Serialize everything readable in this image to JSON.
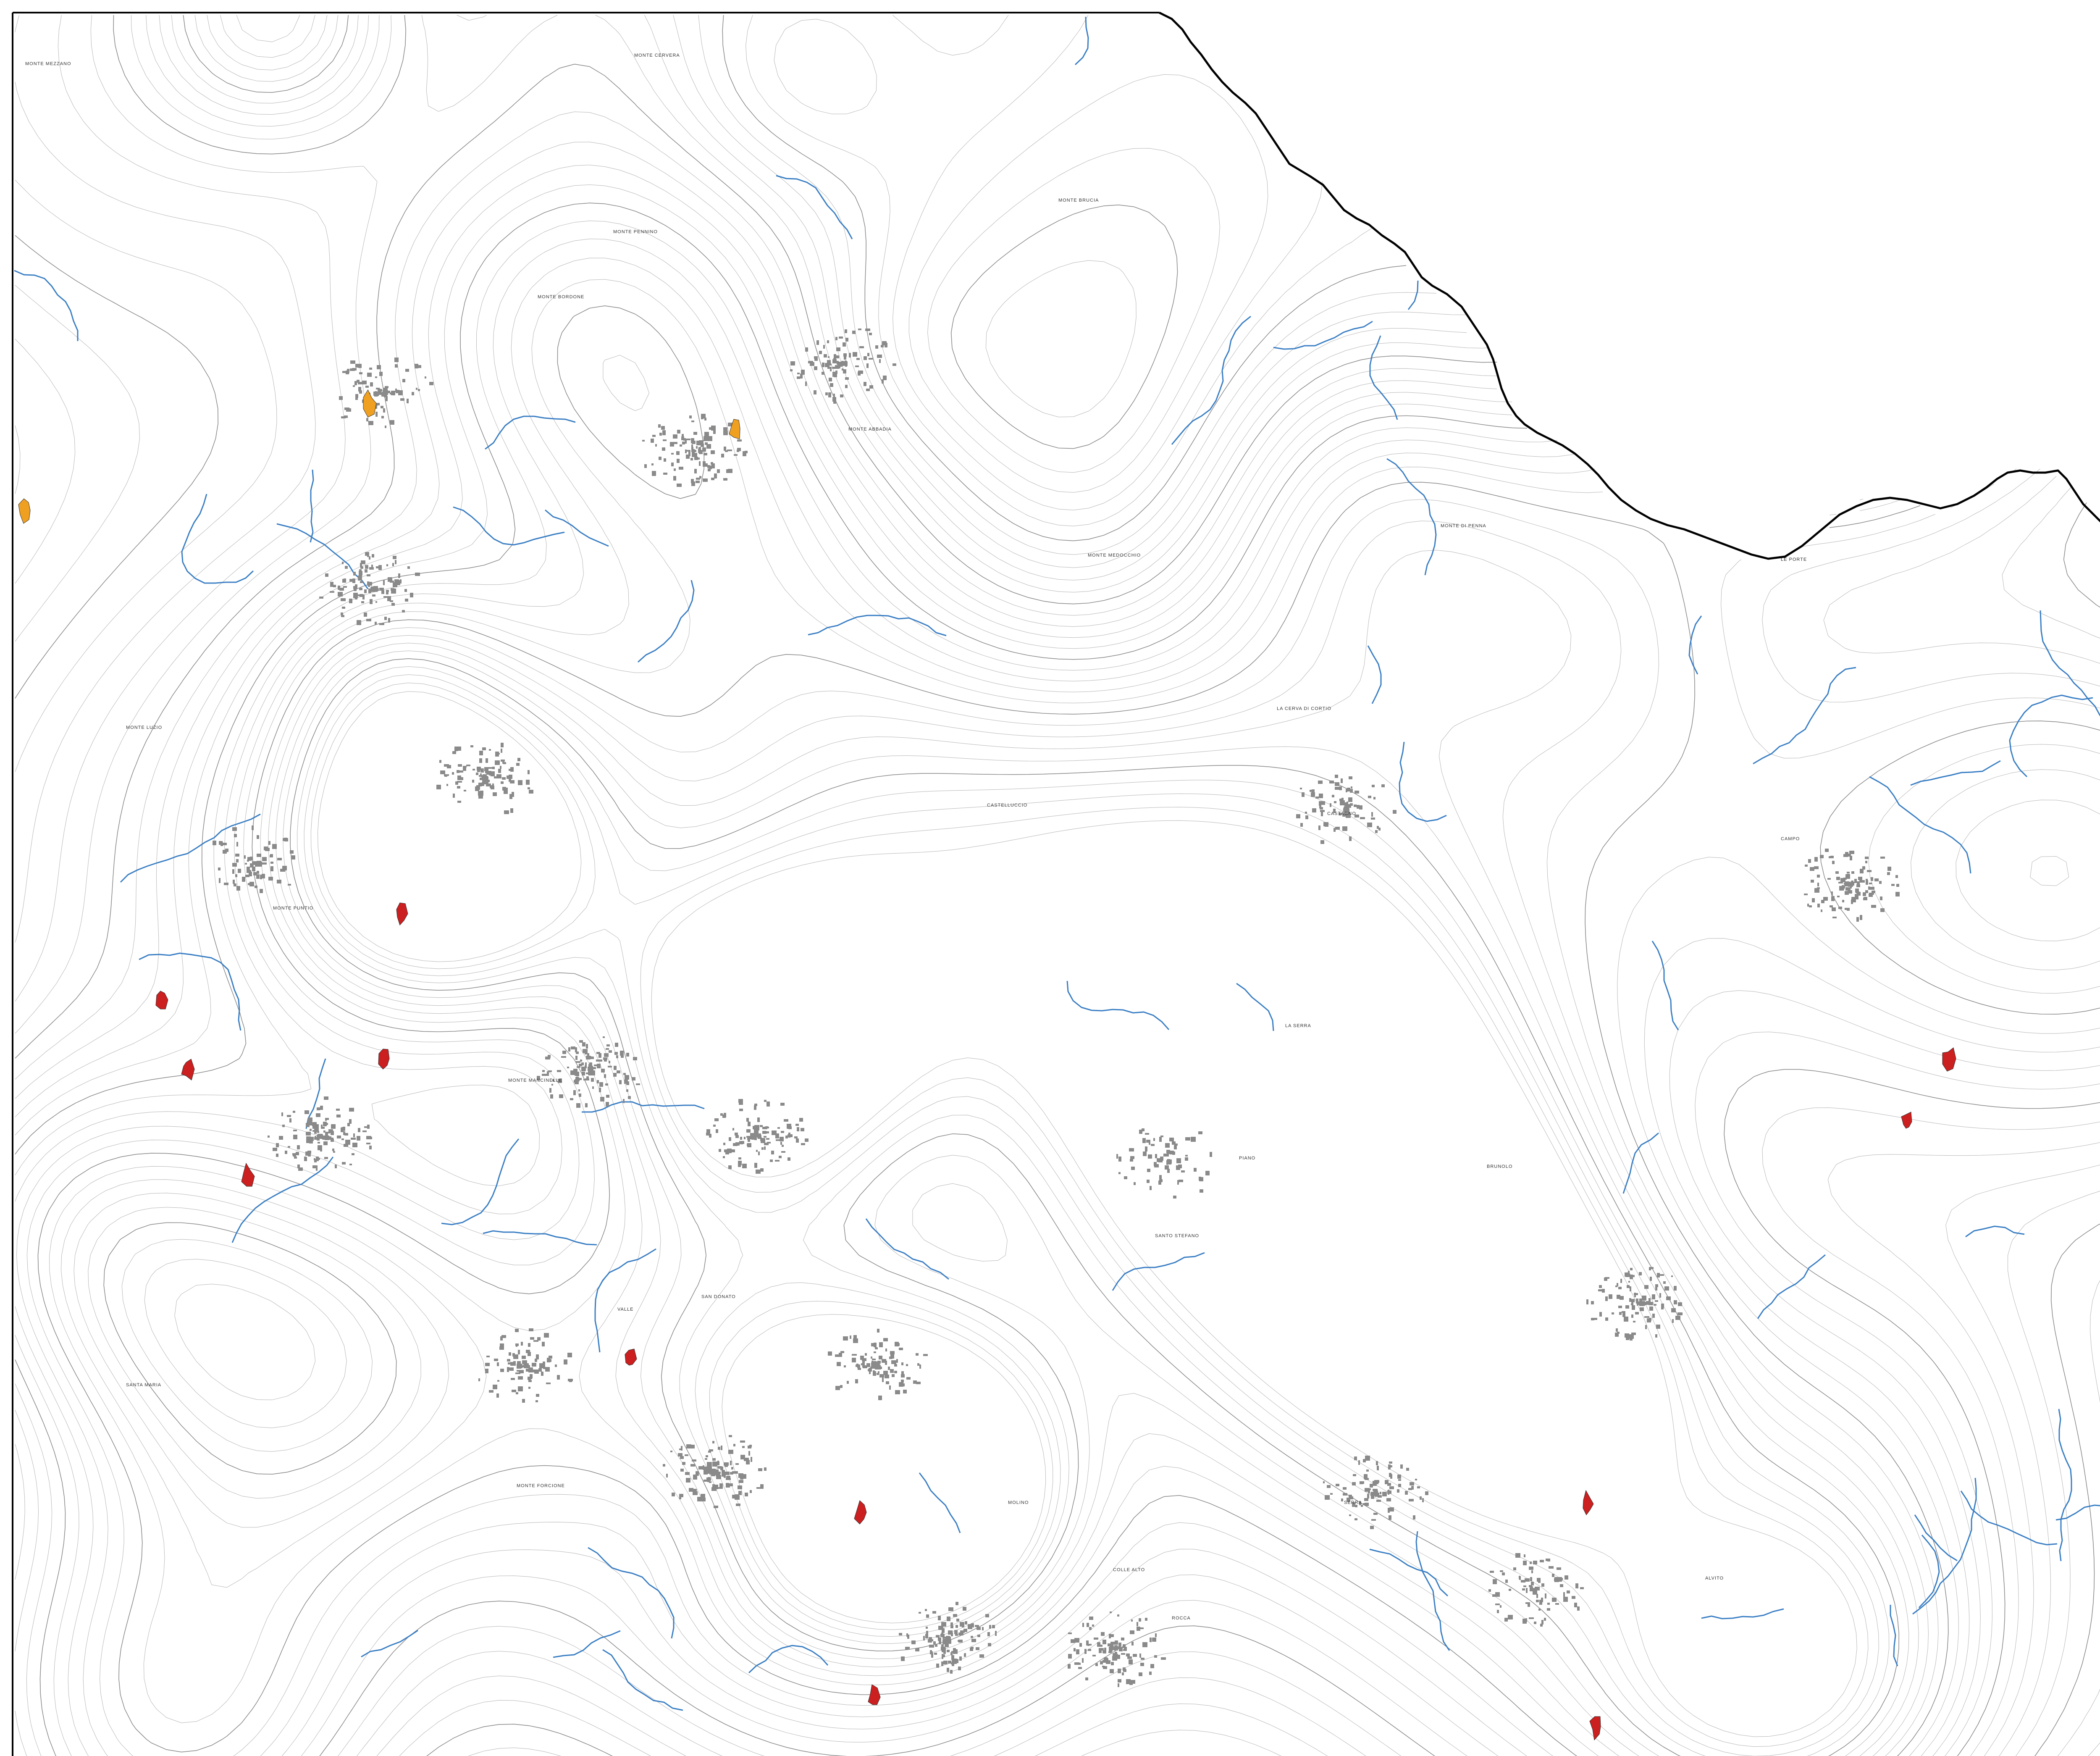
{
  "map": {
    "colors": {
      "background": "#ffffff",
      "contour": "#b5b5b5",
      "contour_index": "#8c8c8c",
      "boundary": "#000000",
      "river": "#3b7fc4",
      "settlement": "#8a8a8a",
      "zone_red": "#cc1f1f",
      "zone_orange": "#f0a020"
    },
    "place_labels": [
      "MONTE MEZZANO",
      "MONTE CERVERA",
      "MONTE BRUCIA",
      "MONTE PENNINO",
      "MONTE MEDOCCHIO",
      "MONTE ABBADIA",
      "MONTE LUZIO",
      "MONTE BORDONE",
      "MONTE DI PENNA",
      "LA CERVA DI CORTIO",
      "LE PORTE",
      "CASTELLUCCIO",
      "LA SERRA",
      "BRUNOLO",
      "CASTAGNO",
      "CAMPO",
      "SANTO STEFANO",
      "MONTE MANCINELLE",
      "MONTE PUNTIO",
      "PIANO",
      "VALLE",
      "SERRA",
      "COLLE ALTO",
      "ALVITO",
      "SAN DONATO",
      "VILLA CASTELLANO",
      "SANTA MARIA",
      "MONTE FORCIONE",
      "ROCCA",
      "MOLINO"
    ]
  }
}
